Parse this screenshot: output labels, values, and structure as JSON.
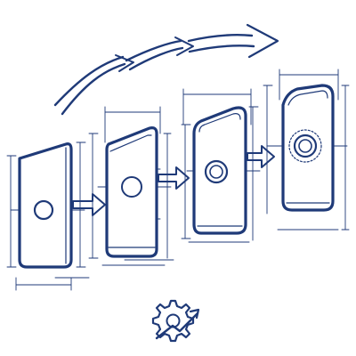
{
  "diagram": {
    "style": "blueprint technical drawing",
    "ink_color": "#1f3a78",
    "background_color": "#ffffff",
    "stage_count": 4,
    "stages": [
      {
        "index": 1,
        "shape": "slanted-top block with central hole"
      },
      {
        "index": 2,
        "shape": "block with chamfered top and central hole"
      },
      {
        "index": 3,
        "shape": "rounded block with reinforced hole"
      },
      {
        "index": 4,
        "shape": "rounded block with threaded boss"
      }
    ],
    "icons": [
      "curved-progress-arrow-icon",
      "step-arrow-icon",
      "gear-growth-icon"
    ]
  }
}
